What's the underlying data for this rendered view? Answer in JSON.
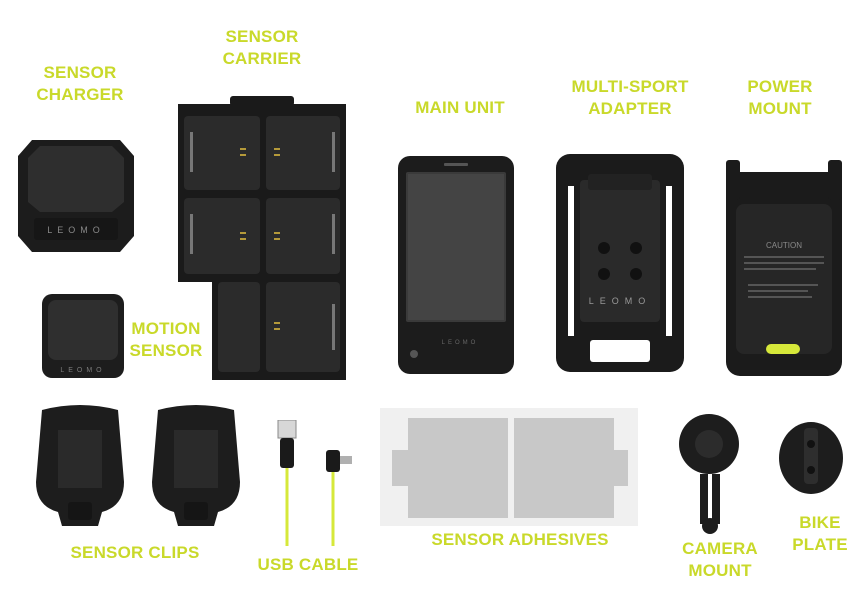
{
  "labels": {
    "sensor_charger": [
      "SENSOR",
      "CHARGER"
    ],
    "sensor_carrier": [
      "SENSOR",
      "CARRIER"
    ],
    "main_unit": "MAIN UNIT",
    "multi_sport_adapter": [
      "MULTI-SPORT",
      "ADAPTER"
    ],
    "power_mount": [
      "POWER",
      "MOUNT"
    ],
    "motion_sensor": [
      "MOTION",
      "SENSOR"
    ],
    "sensor_clips": "SENSOR CLIPS",
    "usb_cable": "USB CABLE",
    "sensor_adhesives": "SENSOR ADHESIVES",
    "camera_mount": [
      "CAMERA",
      "MOUNT"
    ],
    "bike_plate": [
      "BIKE",
      "PLATE"
    ]
  },
  "product_text": {
    "brand": "LEOMO",
    "caution": "CAUTION"
  },
  "colors": {
    "label": "#c9d92a",
    "device_dark": "#1e1e1e",
    "accent_yellow": "#d6e83a"
  }
}
